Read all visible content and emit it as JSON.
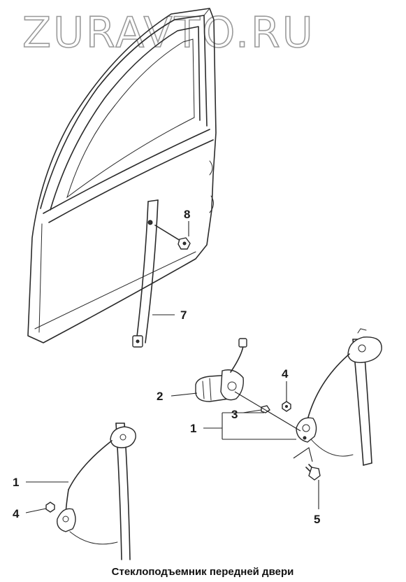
{
  "watermark": "ZURAVTO.RU",
  "caption": "Стеклоподъемник передней двери",
  "callouts": {
    "c8": "8",
    "c7": "7",
    "c2": "2",
    "c3": "3",
    "c4a": "4",
    "c1a": "1",
    "c5": "5",
    "c1b": "1",
    "c4b": "4"
  }
}
